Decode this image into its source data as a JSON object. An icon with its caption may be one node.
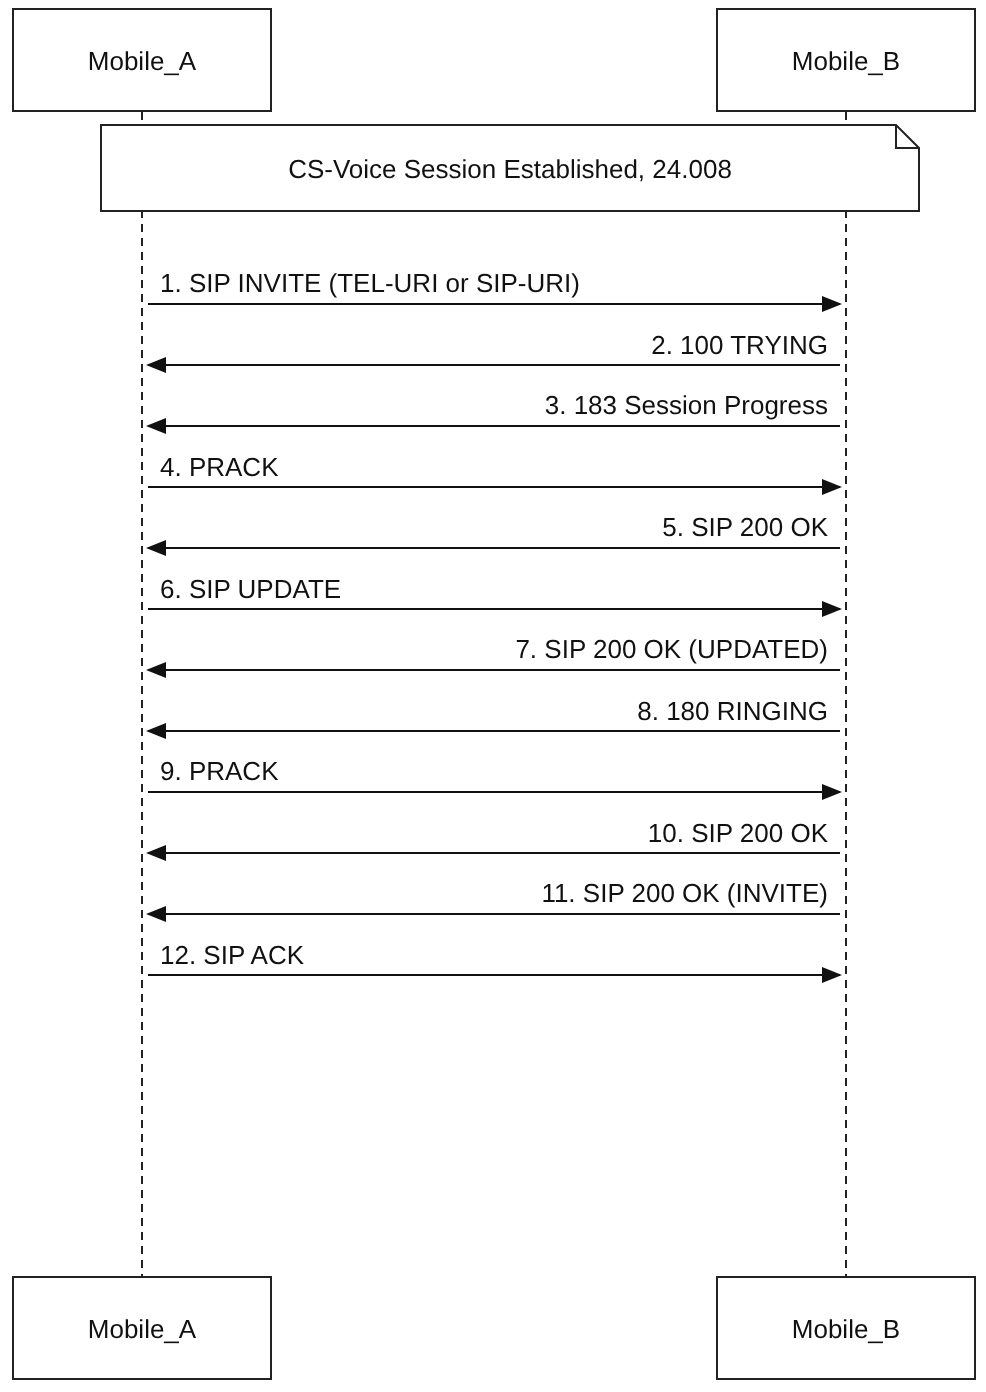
{
  "diagram": {
    "nodes": [
      {
        "text": [
          "Mobile_A"
        ]
      },
      {
        "text": [
          "Mobile_B"
        ]
      },
      {
        "text": [
          "CS-Voice Session Established, 24.008"
        ]
      },
      {
        "text": [
          "Mobile_A"
        ]
      },
      {
        "text": [
          "Mobile_B"
        ]
      },
      {
        "text": [],
        "shape": "bar"
      },
      {
        "text": [],
        "shape": "bar"
      }
    ],
    "edges": [
      {
        "from": 5,
        "to": 6,
        "arrow": "to",
        "label": "1. SIP INVITE (TEL-URI or SIP-URI)"
      },
      {
        "from": 6,
        "to": 5,
        "arrow": "to",
        "label": "2. 100 TRYING"
      },
      {
        "from": 6,
        "to": 5,
        "arrow": "to",
        "label": "3. 183 Session Progress"
      },
      {
        "from": 5,
        "to": 6,
        "arrow": "to",
        "label": "4. PRACK"
      },
      {
        "from": 6,
        "to": 5,
        "arrow": "to",
        "label": "5. SIP 200 OK"
      },
      {
        "from": 5,
        "to": 6,
        "arrow": "to",
        "label": "6. SIP UPDATE"
      },
      {
        "from": 6,
        "to": 5,
        "arrow": "to",
        "label": "7. SIP 200 OK (UPDATED)"
      },
      {
        "from": 6,
        "to": 5,
        "arrow": "to",
        "label": "8. 180 RINGING"
      },
      {
        "from": 5,
        "to": 6,
        "arrow": "to",
        "label": "9. PRACK"
      },
      {
        "from": 6,
        "to": 5,
        "arrow": "to",
        "label": "10. SIP 200 OK"
      },
      {
        "from": 6,
        "to": 5,
        "arrow": "to",
        "label": "11. SIP 200 OK (INVITE)"
      },
      {
        "from": 5,
        "to": 6,
        "arrow": "to",
        "label": "12. SIP ACK"
      }
    ]
  }
}
